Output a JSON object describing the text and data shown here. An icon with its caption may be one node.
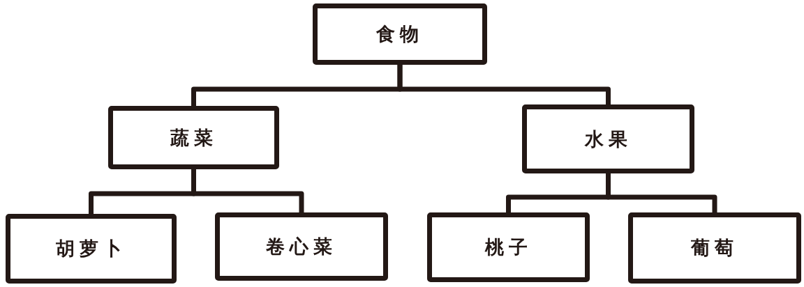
{
  "diagram": {
    "nodes": [
      {
        "text": [
          "食物"
        ]
      },
      {
        "text": [
          "蔬菜"
        ]
      },
      {
        "text": [
          "水果"
        ]
      },
      {
        "text": [
          "胡萝卜"
        ]
      },
      {
        "text": [
          "卷心菜"
        ]
      },
      {
        "text": [
          "桃子"
        ]
      },
      {
        "text": [
          "葡萄"
        ]
      }
    ],
    "edges": [
      {
        "from": 0,
        "to": 1,
        "arrow": "none"
      },
      {
        "from": 0,
        "to": 2,
        "arrow": "none"
      },
      {
        "from": 1,
        "to": 3,
        "arrow": "none"
      },
      {
        "from": 1,
        "to": 4,
        "arrow": "none"
      },
      {
        "from": 2,
        "to": 5,
        "arrow": "none"
      },
      {
        "from": 2,
        "to": 6,
        "arrow": "none"
      }
    ]
  }
}
